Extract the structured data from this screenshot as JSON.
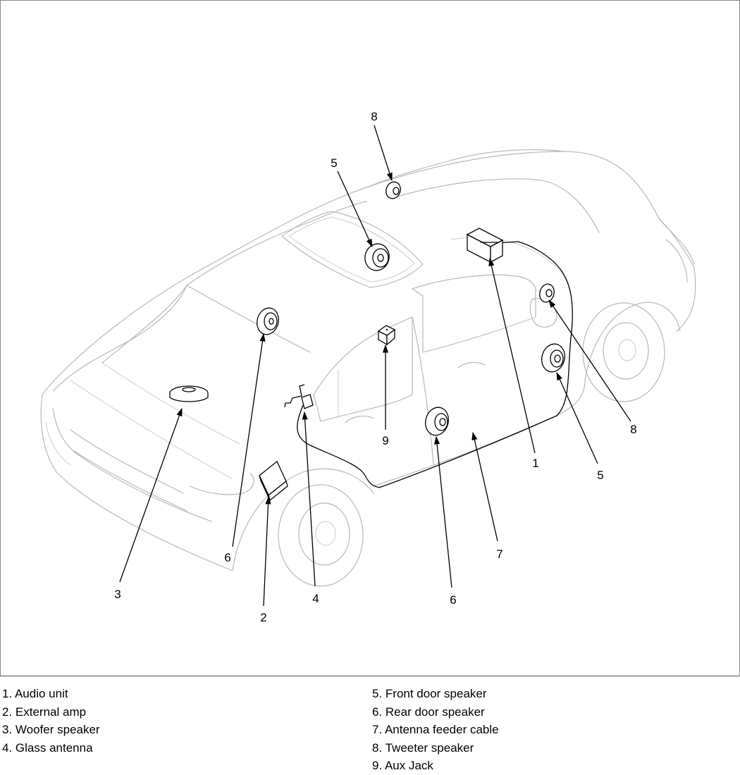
{
  "callouts": {
    "c1": "1",
    "c2": "2",
    "c3": "3",
    "c4": "4",
    "c5a": "5",
    "c5b": "5",
    "c6a": "6",
    "c6b": "6",
    "c7": "7",
    "c8a": "8",
    "c8b": "8",
    "c9": "9"
  },
  "legend": {
    "left": [
      "1. Audio unit",
      "2. External amp",
      "3. Woofer speaker",
      "4. Glass antenna"
    ],
    "right": [
      "5. Front door speaker",
      "6. Rear door speaker",
      "7. Antenna feeder cable",
      "8. Tweeter speaker",
      "9. Aux Jack"
    ]
  },
  "icons": [
    "car-outline",
    "speaker-icon",
    "audio-unit-icon",
    "amp-icon",
    "antenna-icon",
    "aux-jack-icon"
  ]
}
